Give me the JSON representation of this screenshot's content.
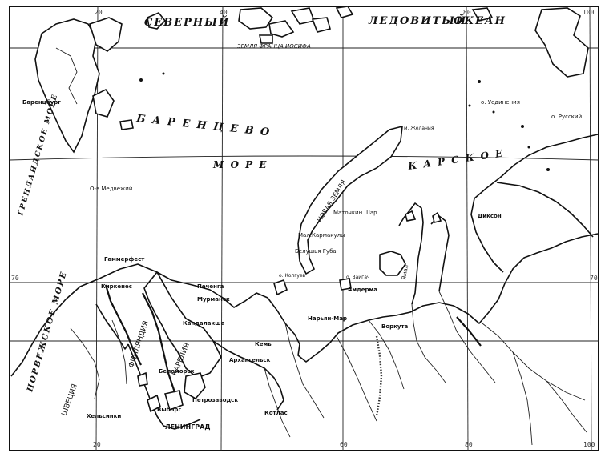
{
  "seas": {
    "arctic_1": "СЕВЕРНЫЙ",
    "arctic_2": "ЛЕДОВИТЫЙ",
    "arctic_3": "ОКЕАН",
    "barents_1": "Б А Р Е Н Ц Е В О",
    "barents_2": "М О Р Е",
    "greenland": "ГРЕНЛАНДСКОЕ МОРЕ",
    "norwegian": "НОРВЕЖСКОЕ МОРЕ",
    "kara": "К А Р С К О Е"
  },
  "archipelagos": {
    "franz_josef": "ЗЕМЛЯ ФРАНЦА ИОСИФА",
    "novaya_zemlya": "НОВАЯ ЗЕМЛЯ",
    "karelia": "КАРЕЛИЯ",
    "sweden": "ШВЕЦИЯ",
    "finland": "ФИНЛЯНДИЯ"
  },
  "places": {
    "barentsburg": "Баренцбург",
    "medvezhiy": "О-в Медвежий",
    "uedinenia": "о. Уединения",
    "russkiy": "о. Русский",
    "ingoy": "Гаммерфест",
    "kirkenes": "Киркенес",
    "pechenga": "Печенга",
    "murmansk": "Мурманск",
    "kandalaksha": "Кандалакша",
    "kem": "Кемь",
    "arkhangelsk": "Архангельск",
    "belomorsk": "Беломорск",
    "petrozavodsk": "Петрозаводск",
    "leningrad": "ЛЕНИНГРАД",
    "helsinki": "Хельсинки",
    "kotlas": "Котлас",
    "vorkuta": "Воркута",
    "naryan_mar": "Нарьян-Мар",
    "amderma": "Амдерма",
    "dikson": "Диксон",
    "matochkin": "Маточкин Шар",
    "malye_karmakuly": "Мал.Кармакулы",
    "belushya": "Белушья Губа",
    "kolguev": "о. Колгуев",
    "vaygach": "о. Вайгач",
    "zhelaniya": "м. Желания",
    "yamal": "Ямал",
    "vyborg": "Выборг"
  },
  "coords": {
    "lon_20": "20",
    "lon_40": "40",
    "lon_60": "60",
    "lon_80": "80",
    "lon_100": "100",
    "lat_70": "70"
  }
}
